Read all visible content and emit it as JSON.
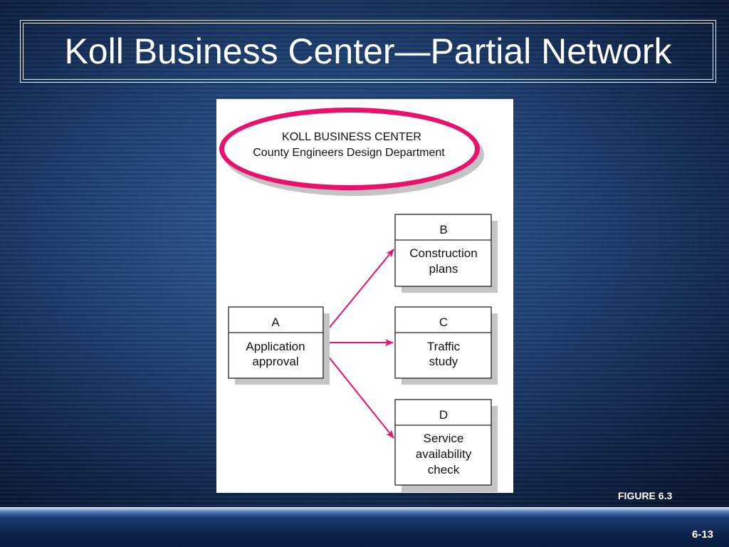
{
  "slide": {
    "title": "Koll Business Center—Partial Network",
    "figure_label": "FIGURE 6.3",
    "page_number": "6-13"
  },
  "diagram": {
    "header_line1": "KOLL BUSINESS CENTER",
    "header_line2": "County Engineers Design Department",
    "nodes": [
      {
        "id": "A",
        "lines": [
          "Application",
          "approval"
        ]
      },
      {
        "id": "B",
        "lines": [
          "Construction",
          "plans"
        ]
      },
      {
        "id": "C",
        "lines": [
          "Traffic",
          "study"
        ]
      },
      {
        "id": "D",
        "lines": [
          "Service",
          "availability",
          "check"
        ]
      }
    ],
    "edges": [
      {
        "from": "A",
        "to": "B"
      },
      {
        "from": "A",
        "to": "C"
      },
      {
        "from": "A",
        "to": "D"
      }
    ],
    "colors": {
      "accent": "#e8126e",
      "shadow": "#c4c4c4",
      "box_border": "#222222"
    }
  }
}
